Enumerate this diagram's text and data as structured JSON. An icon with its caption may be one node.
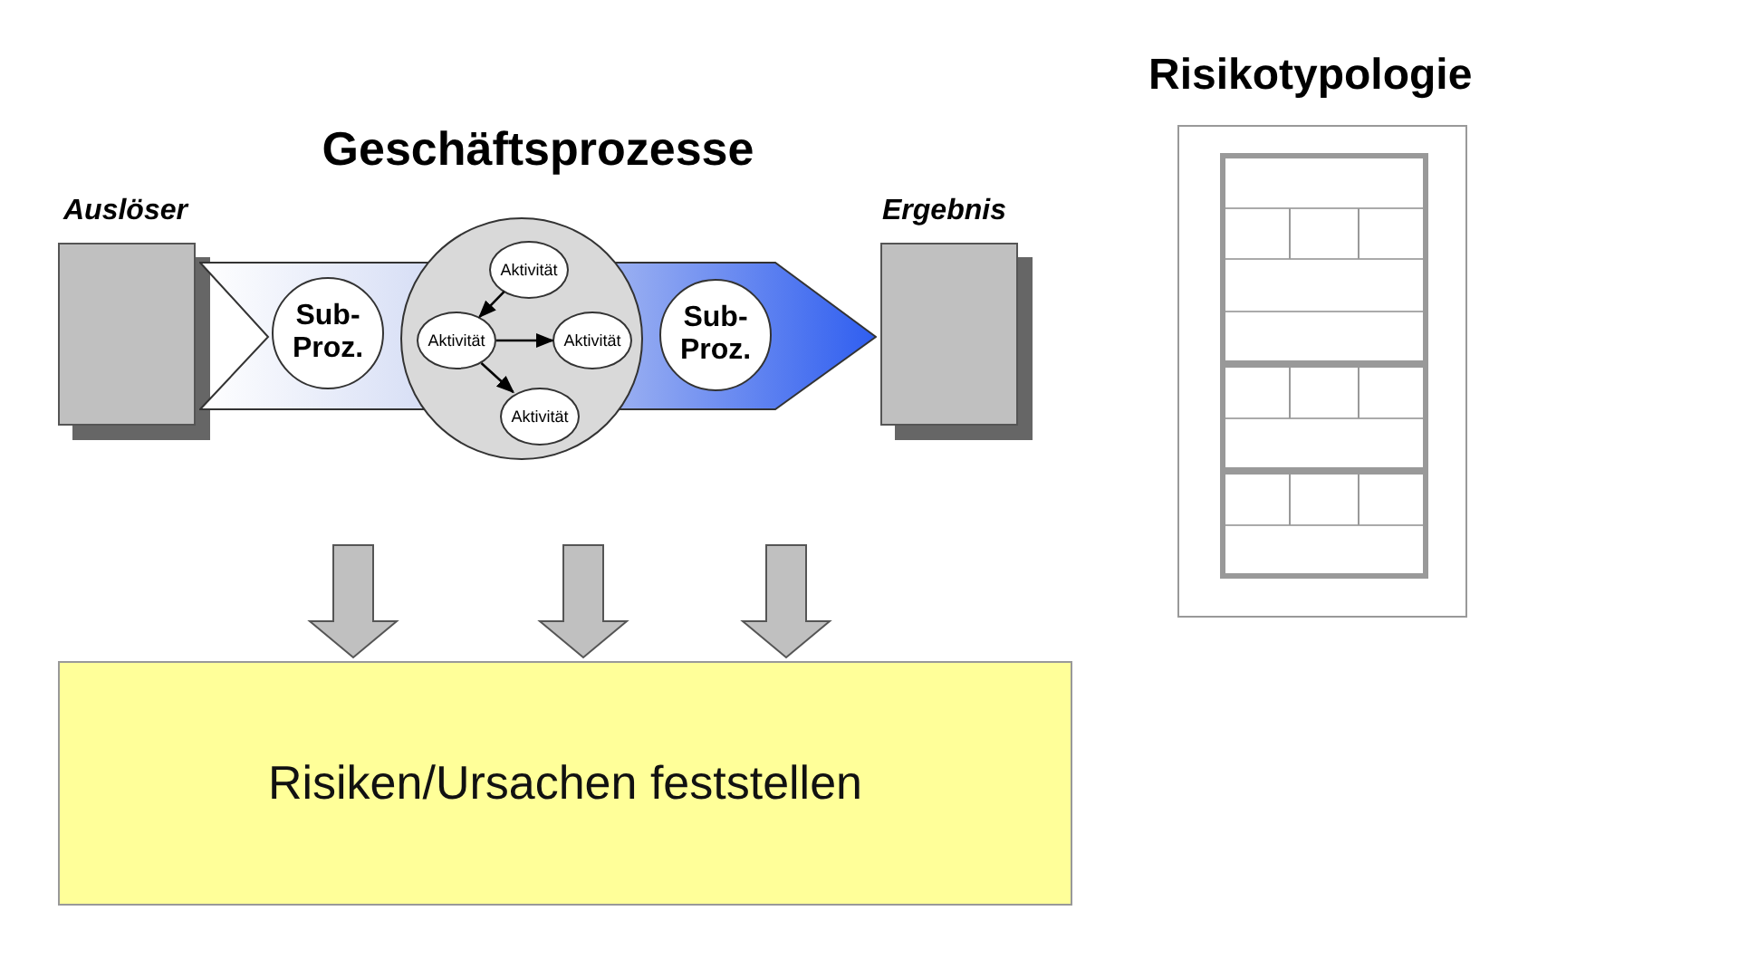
{
  "diagram": {
    "nodes": [
      {
        "text": [
          "Auslöser"
        ]
      },
      {
        "text": [
          "Geschäftsprozesse"
        ]
      },
      {
        "text": [
          "Sub- Proz."
        ],
        "in": 1
      },
      {
        "text": [],
        "shape": "circle"
      },
      {
        "text": [
          "Aktivität"
        ],
        "in": 3
      },
      {
        "text": [
          "Aktivität"
        ]
      },
      {
        "text": [
          "Aktivität"
        ]
      },
      {
        "text": [
          "Aktivität"
        ],
        "in": 3
      },
      {
        "text": [
          "Sub- Proz."
        ],
        "in": 1
      },
      {
        "text": [
          "Ergebnis"
        ]
      },
      {
        "text": [
          "Risikotypologie"
        ]
      },
      {
        "text": [
          "Risiken/Ursachen feststellen"
        ]
      }
    ],
    "edges": [
      {
        "from": 4,
        "to": 5,
        "arrow": "to"
      },
      {
        "from": 5,
        "to": 6,
        "arrow": "to"
      },
      {
        "from": 5,
        "to": 7,
        "arrow": "to"
      },
      {
        "from": null,
        "to": 11,
        "arrow": "to",
        "style": "thick",
        "color": "#c0c0c0"
      },
      {
        "from": null,
        "to": 11,
        "arrow": "to",
        "style": "thick",
        "color": "#c0c0c0"
      },
      {
        "from": null,
        "to": 11,
        "arrow": "to",
        "style": "thick",
        "color": "#c0c0c0"
      }
    ]
  }
}
